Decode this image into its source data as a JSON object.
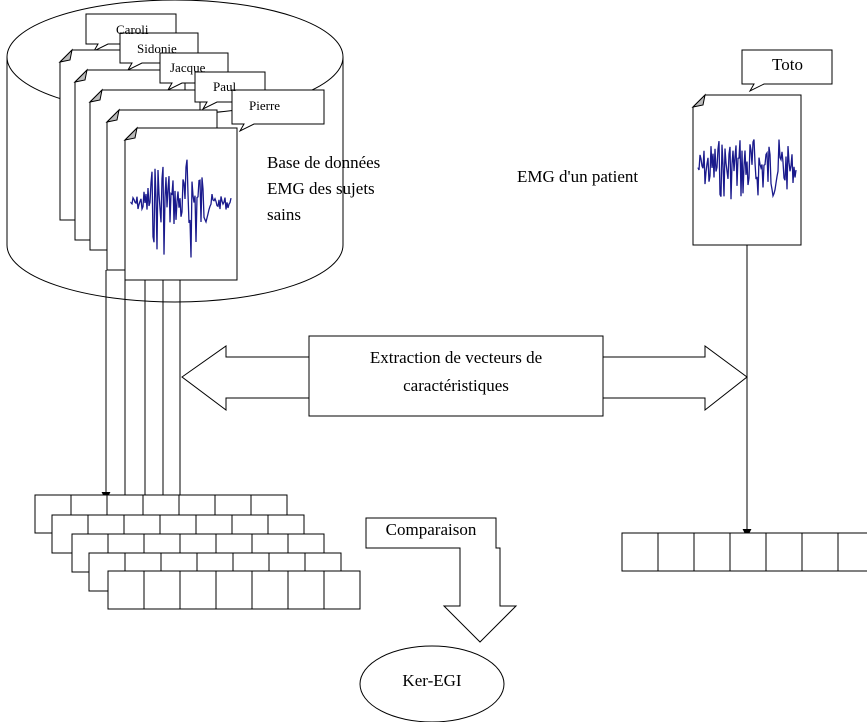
{
  "database": {
    "label_lines": [
      "Base de données",
      "EMG des sujets",
      "sains"
    ],
    "subject_names": [
      "Caroli",
      "Sidonie",
      "Jacque",
      "Paul",
      "Pierre"
    ]
  },
  "patient": {
    "name": "Toto",
    "label": "EMG d'un patient"
  },
  "extraction": {
    "line1": "Extraction de  vecteurs de",
    "line2": "caractéristiques"
  },
  "comparison": {
    "label": "Comparaison"
  },
  "result": {
    "label": "Ker-EGI"
  },
  "colors": {
    "signal": "#1a1a8c",
    "stroke": "#000000"
  },
  "icons": [
    "document-icon",
    "emg-signal-icon",
    "callout-tab-icon",
    "double-arrow-icon",
    "down-arrow-icon"
  ]
}
